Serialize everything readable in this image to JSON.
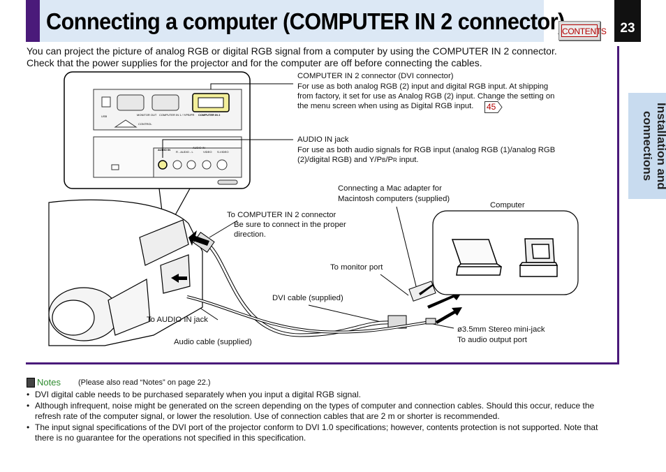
{
  "header": {
    "title": "Connecting a computer (COMPUTER IN 2 connector)",
    "contents_label": "CONTENTS",
    "page_number": "23"
  },
  "side_tab": {
    "label_line1": "Installation and",
    "label_line2": "connections"
  },
  "intro": {
    "line1": "You can project the picture of analog RGB or digital RGB signal from a computer by using the COMPUTER IN 2 connector.",
    "line2": "Check that the power supplies for the projector and for the computer are off before connecting the cables."
  },
  "callouts": {
    "computer_in2_title": "COMPUTER IN 2 connector (DVI connector)",
    "computer_in2_line1": "For use as both analog RGB (2) input and digital RGB input. At shipping",
    "computer_in2_line2": "from factory, it set for use as Analog RGB (2) input. Change the setting on",
    "computer_in2_line3": "the menu screen when using as Digital RGB input.",
    "page_ref": "45",
    "audio_title": "AUDIO IN jack",
    "audio_line1": "For use as both audio signals for RGB input (analog RGB (1)/analog RGB",
    "audio_line2_a": "(2)/digital RGB) and Y/P",
    "audio_line2_b": "B",
    "audio_line2_c": "/P",
    "audio_line2_d": "R",
    "audio_line2_e": " input.",
    "mac_adapter_line1": "Connecting a Mac adapter for",
    "mac_adapter_line2": "Macintosh computers (supplied)",
    "computer": "Computer",
    "to_computer_in2": "To COMPUTER IN 2 connector",
    "direction_line1": "Be sure to connect in the proper",
    "direction_line2": "direction.",
    "to_monitor_port": "To monitor port",
    "dvi_cable": "DVI cable (supplied)",
    "to_audio_in": "To AUDIO IN jack",
    "audio_cable": "Audio cable (supplied)",
    "stereo_jack": "ø3.5mm Stereo mini-jack",
    "to_audio_out": "To audio output port"
  },
  "panel_labels": {
    "usb": "USB",
    "monitor_out": "MONITOR OUT",
    "computer_in1": "COMPUTER IN 1 / Y/PB/PR",
    "computer_in2": "COMPUTER IN 2",
    "control": "CONTROL",
    "audio_in": "AUDIO IN",
    "audio_in2": "AUDIO IN",
    "lr_audio": "R - AUDIO - L",
    "video": "VIDEO",
    "s_video": "S-VIDEO"
  },
  "notes": {
    "label": "Notes",
    "subtitle": "(Please also read “Notes” on page 22.)",
    "bullet1": "DVI digital cable needs to be purchased separately when you input a digital RGB signal.",
    "bullet2_line1": "Although infrequent, noise might be generated on the screen depending on the types of computer and connection cables. Should this occur, reduce the",
    "bullet2_line2": "refresh rate of the computer signal, or lower the resolution. Use of connection cables that are 2 m or shorter is recommended.",
    "bullet3_line1": "The input signal specifications of the DVI port of the projector conform to DVI 1.0 specifications; however, contents protection is not supported. Note that",
    "bullet3_line2": "there is no guarantee for the operations not specified in this specification."
  },
  "colors": {
    "accent_purple": "#4a1a7a",
    "title_bg": "#dce8f5",
    "side_tab_bg": "#c8dbef",
    "notes_green": "#2e8b2e",
    "contents_red": "#b30000"
  }
}
